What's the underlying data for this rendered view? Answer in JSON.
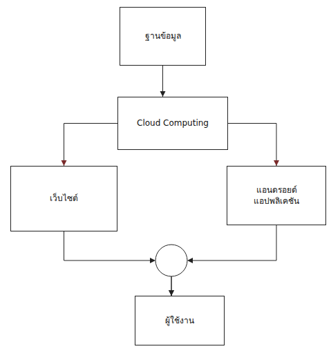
{
  "diagram": {
    "nodes": [
      {
        "text": [
          "ฐานข้อมูล"
        ]
      },
      {
        "text": [
          "Cloud Computing"
        ]
      },
      {
        "text": [
          "เว็บไซต์"
        ]
      },
      {
        "text": [
          "แอนดรอยด์ แอปพลิเคชัน"
        ]
      },
      {
        "text": [
          "ผู้ใช้งาน"
        ]
      }
    ],
    "edges": [
      {
        "from": 0,
        "to": 1,
        "arrow": "to"
      },
      {
        "from": 1,
        "to": 2,
        "arrow": "to"
      },
      {
        "from": 1,
        "to": 3,
        "arrow": "to"
      },
      {
        "from": 2,
        "to": 4,
        "arrow": "to"
      },
      {
        "from": 3,
        "to": 4,
        "arrow": "to"
      }
    ]
  }
}
